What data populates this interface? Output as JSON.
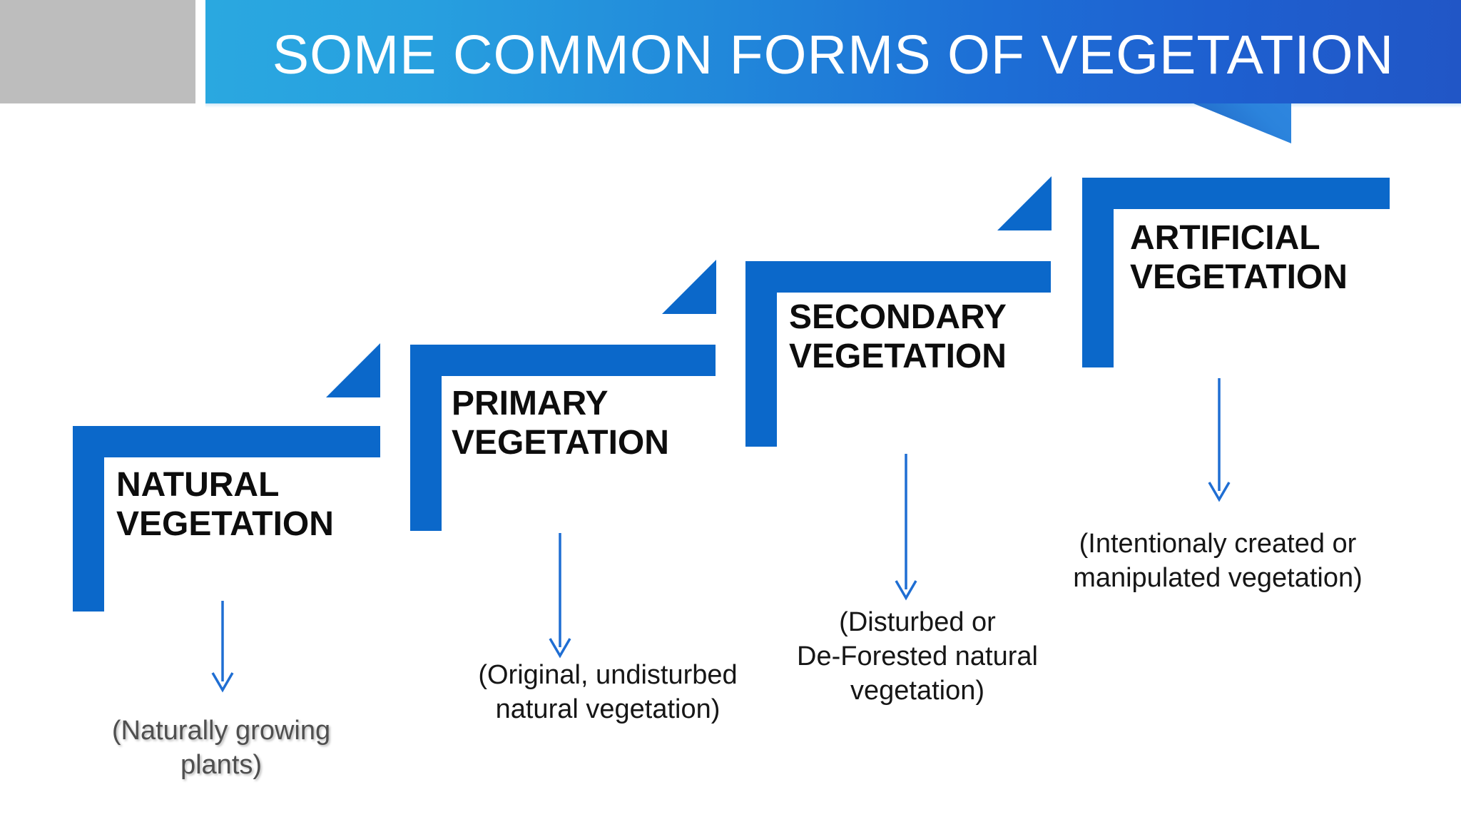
{
  "slide": {
    "header": {
      "title": "SOME COMMON FORMS OF VEGETATION"
    },
    "steps": [
      {
        "name": "natural-vegetation",
        "title_lines": [
          "NATURAL",
          "VEGETATION"
        ],
        "caption_lines": [
          "(Naturally growing",
          "plants)"
        ]
      },
      {
        "name": "primary-vegetation",
        "title_lines": [
          "PRIMARY",
          "VEGETATION"
        ],
        "caption_lines": [
          "(Original, undisturbed",
          "natural vegetation)"
        ]
      },
      {
        "name": "secondary-vegetation",
        "title_lines": [
          "SECONDARY",
          "VEGETATION"
        ],
        "caption_lines": [
          "(Disturbed or",
          "De-Forested natural",
          "vegetation)"
        ]
      },
      {
        "name": "artificial-vegetation",
        "title_lines": [
          "ARTIFICIAL",
          "VEGETATION"
        ],
        "caption_lines": [
          "(Intentionaly created or",
          "manipulated vegetation)"
        ]
      }
    ],
    "colors": {
      "banner_left": "#2aa8e0",
      "banner_right": "#2156c6",
      "bar_blue": "#0b68ca",
      "arrow_blue": "#1f6ed3",
      "gray_block": "#bdbdbd",
      "title_text": "#ffffff",
      "step_title_text": "#0d0d0d",
      "caption_text": "#161616",
      "caption_muted": "#4f4f4f"
    }
  }
}
